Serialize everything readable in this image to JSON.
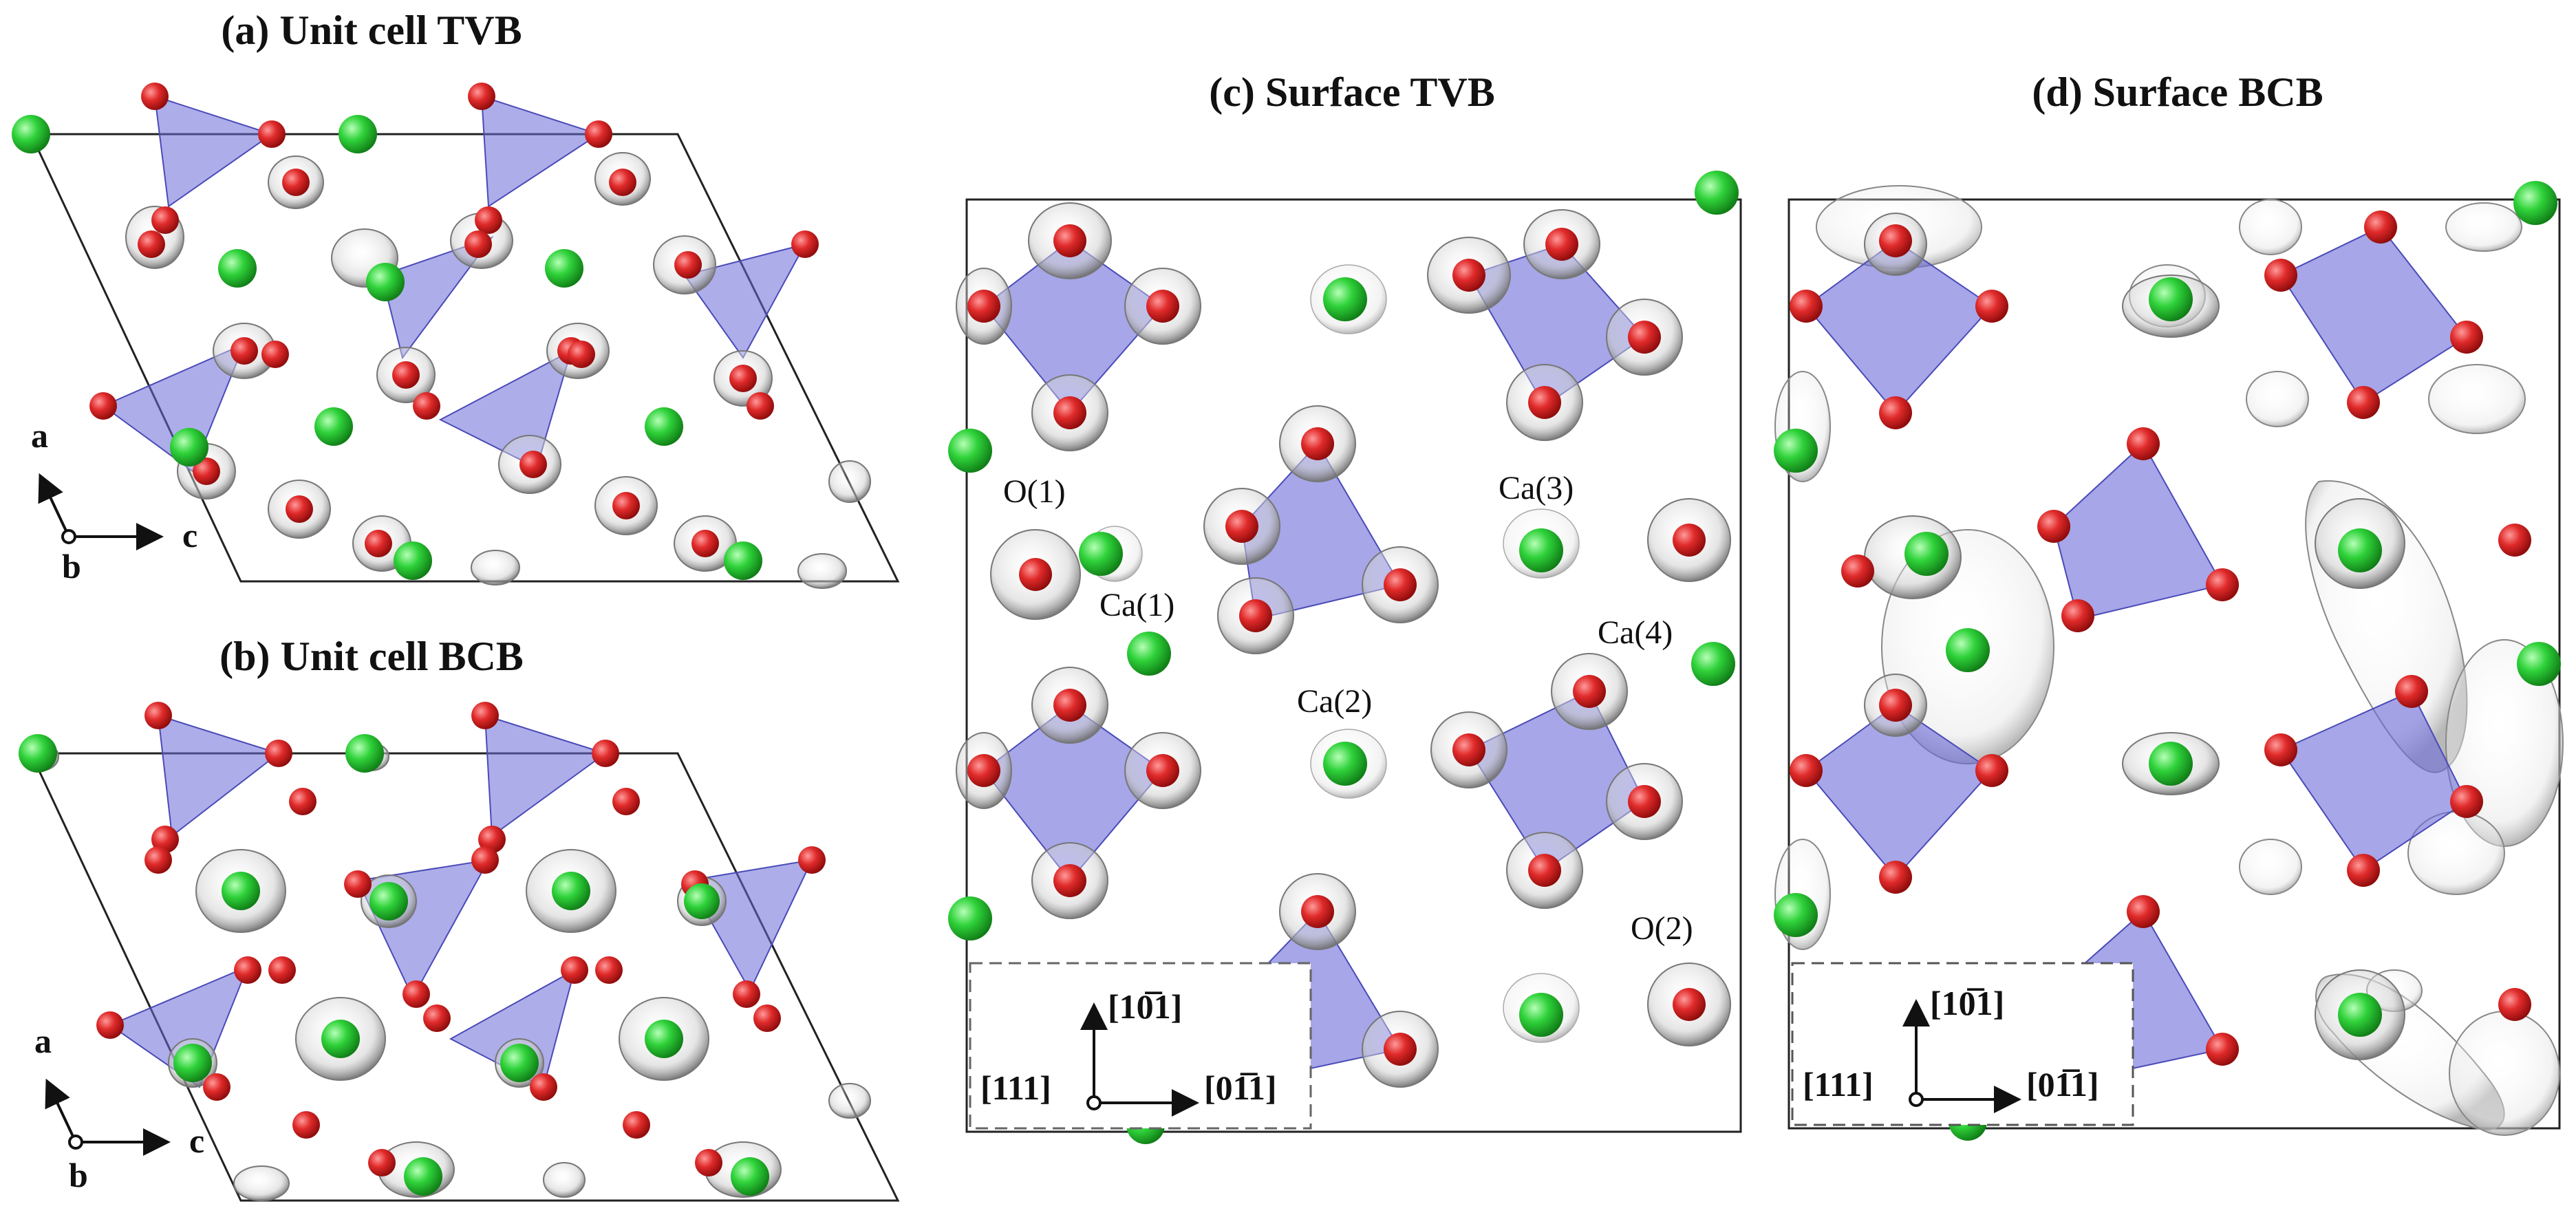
{
  "panels": {
    "a": {
      "title": "(a) Unit cell TVB",
      "axis_a": "a",
      "axis_b": "b",
      "axis_c": "c"
    },
    "b": {
      "title": "(b) Unit cell BCB",
      "axis_a": "a",
      "axis_b": "b",
      "axis_c": "c"
    },
    "c": {
      "title": "(c) Surface TVB",
      "labels": {
        "o1": "O(1)",
        "ca1": "Ca(1)",
        "ca2": "Ca(2)",
        "ca3": "Ca(3)",
        "ca4": "Ca(4)",
        "o2": "O(2)"
      },
      "dir_up": "[10̅1]",
      "dir_view": "[111]",
      "dir_right": "[01̅1]"
    },
    "d": {
      "title": "(d) Surface BCB",
      "dir_up": "[10̅1]",
      "dir_view": "[111]",
      "dir_right": "[01̅1]"
    }
  },
  "colors": {
    "oxygen": "#d41f1f",
    "calcium": "#22c42a",
    "tetrahedron": "#6a6ad8",
    "isosurface": "#8a8a8a"
  }
}
